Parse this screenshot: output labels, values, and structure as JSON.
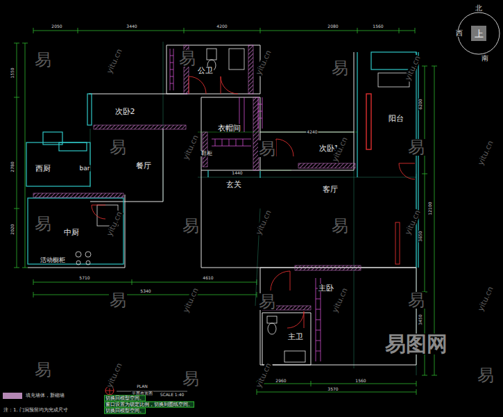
{
  "diagram": {
    "labels": [
      "公卫",
      "次卧2",
      "衣帽间",
      "鞋柜",
      "阳台",
      "次卧1",
      "西厨",
      "bar",
      "餐厅",
      "玄关",
      "客厅",
      "中厨",
      "活动橱柜",
      "主卧",
      "主卫",
      "2050",
      "3440",
      "4200",
      "2080",
      "1560",
      "1550",
      "2780",
      "2020",
      "6200",
      "3650",
      "3450",
      "12100",
      "5710",
      "4610",
      "5340",
      "4240",
      "1440",
      "2960",
      "1560",
      "3570",
      "北",
      "西",
      "上",
      "南",
      "PLAN",
      "平面布置图",
      "SCALE 1:40",
      "注：1. 门洞预留均为完成尺寸",
      "切换回模型空间。",
      "窗口设置为锁定比例，切换到图纸空间。",
      "切换回模型空间。",
      "易",
      "易",
      "易",
      "易",
      "易",
      "易",
      "易",
      "易",
      "易",
      "易",
      "易",
      "易",
      "易",
      "易",
      "易",
      "yitu.cn",
      "yitu.cn",
      "yitu.cn",
      "yitu.cn",
      "yitu.cn",
      "yitu.cn",
      "yitu.cn",
      "yitu.cn",
      "yitu.cn",
      "yitu.cn",
      "yitu.cn",
      "yitu.cn",
      "yitu.cn",
      "yitu.cn",
      "易图网"
    ],
    "legend": [
      {
        "text": "填充墙体，新砌墙",
        "color": "#b487b4"
      }
    ]
  }
}
